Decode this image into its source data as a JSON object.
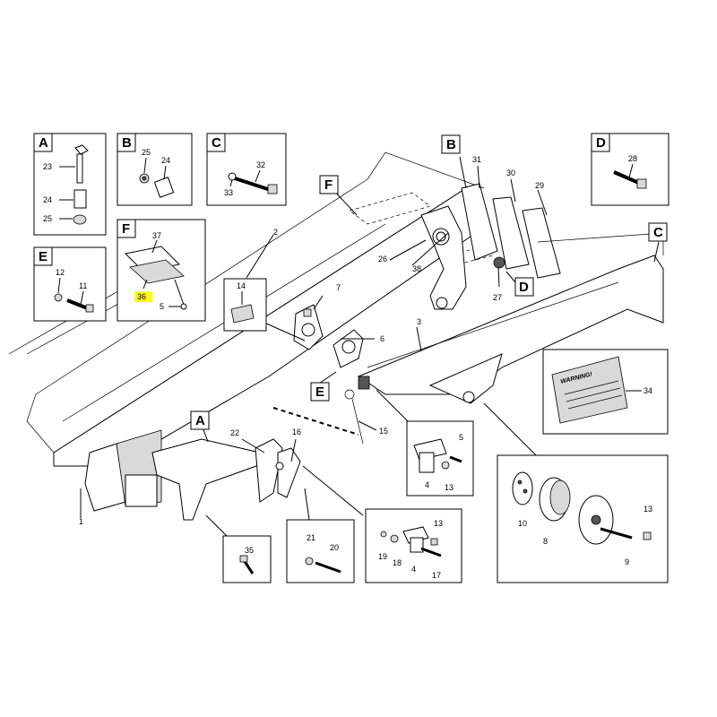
{
  "colors": {
    "highlight": "#ffff00",
    "line": "#000000",
    "shade": "#d9d9d9"
  },
  "insets": {
    "A": {
      "letter": "A",
      "labels": [
        "23",
        "24",
        "25"
      ]
    },
    "B": {
      "letter": "B",
      "labels": [
        "25",
        "24"
      ]
    },
    "C": {
      "letter": "C",
      "labels": [
        "32",
        "33"
      ]
    },
    "F": {
      "letter": "F",
      "labels": [
        "37",
        "36",
        "5"
      ],
      "highlighted": "36"
    },
    "E": {
      "letter": "E",
      "labels": [
        "12",
        "11"
      ]
    },
    "D": {
      "letter": "D",
      "labels": [
        "28"
      ]
    },
    "warning": {
      "text": "WARNING!",
      "label": "34"
    },
    "k14": {
      "label": "14"
    },
    "k35": {
      "label": "35"
    },
    "k2120": {
      "labels": [
        "21",
        "20"
      ]
    },
    "k1917": {
      "labels": [
        "13",
        "19",
        "18",
        "4",
        "17"
      ]
    },
    "k5413": {
      "labels": [
        "5",
        "4",
        "13"
      ]
    },
    "k1089": {
      "labels": [
        "10",
        "8",
        "13",
        "9"
      ]
    }
  },
  "main": {
    "letters": {
      "F": "F",
      "B": "B",
      "C": "C",
      "D": "D",
      "E": "E",
      "A": "A"
    },
    "labels": {
      "n1": "1",
      "n2": "2",
      "n3": "3",
      "n6": "6",
      "n7": "7",
      "n15": "15",
      "n16": "16",
      "n22": "22",
      "n26": "26",
      "n38": "38",
      "n27": "27",
      "n29": "29",
      "n30": "30",
      "n31": "31"
    }
  }
}
